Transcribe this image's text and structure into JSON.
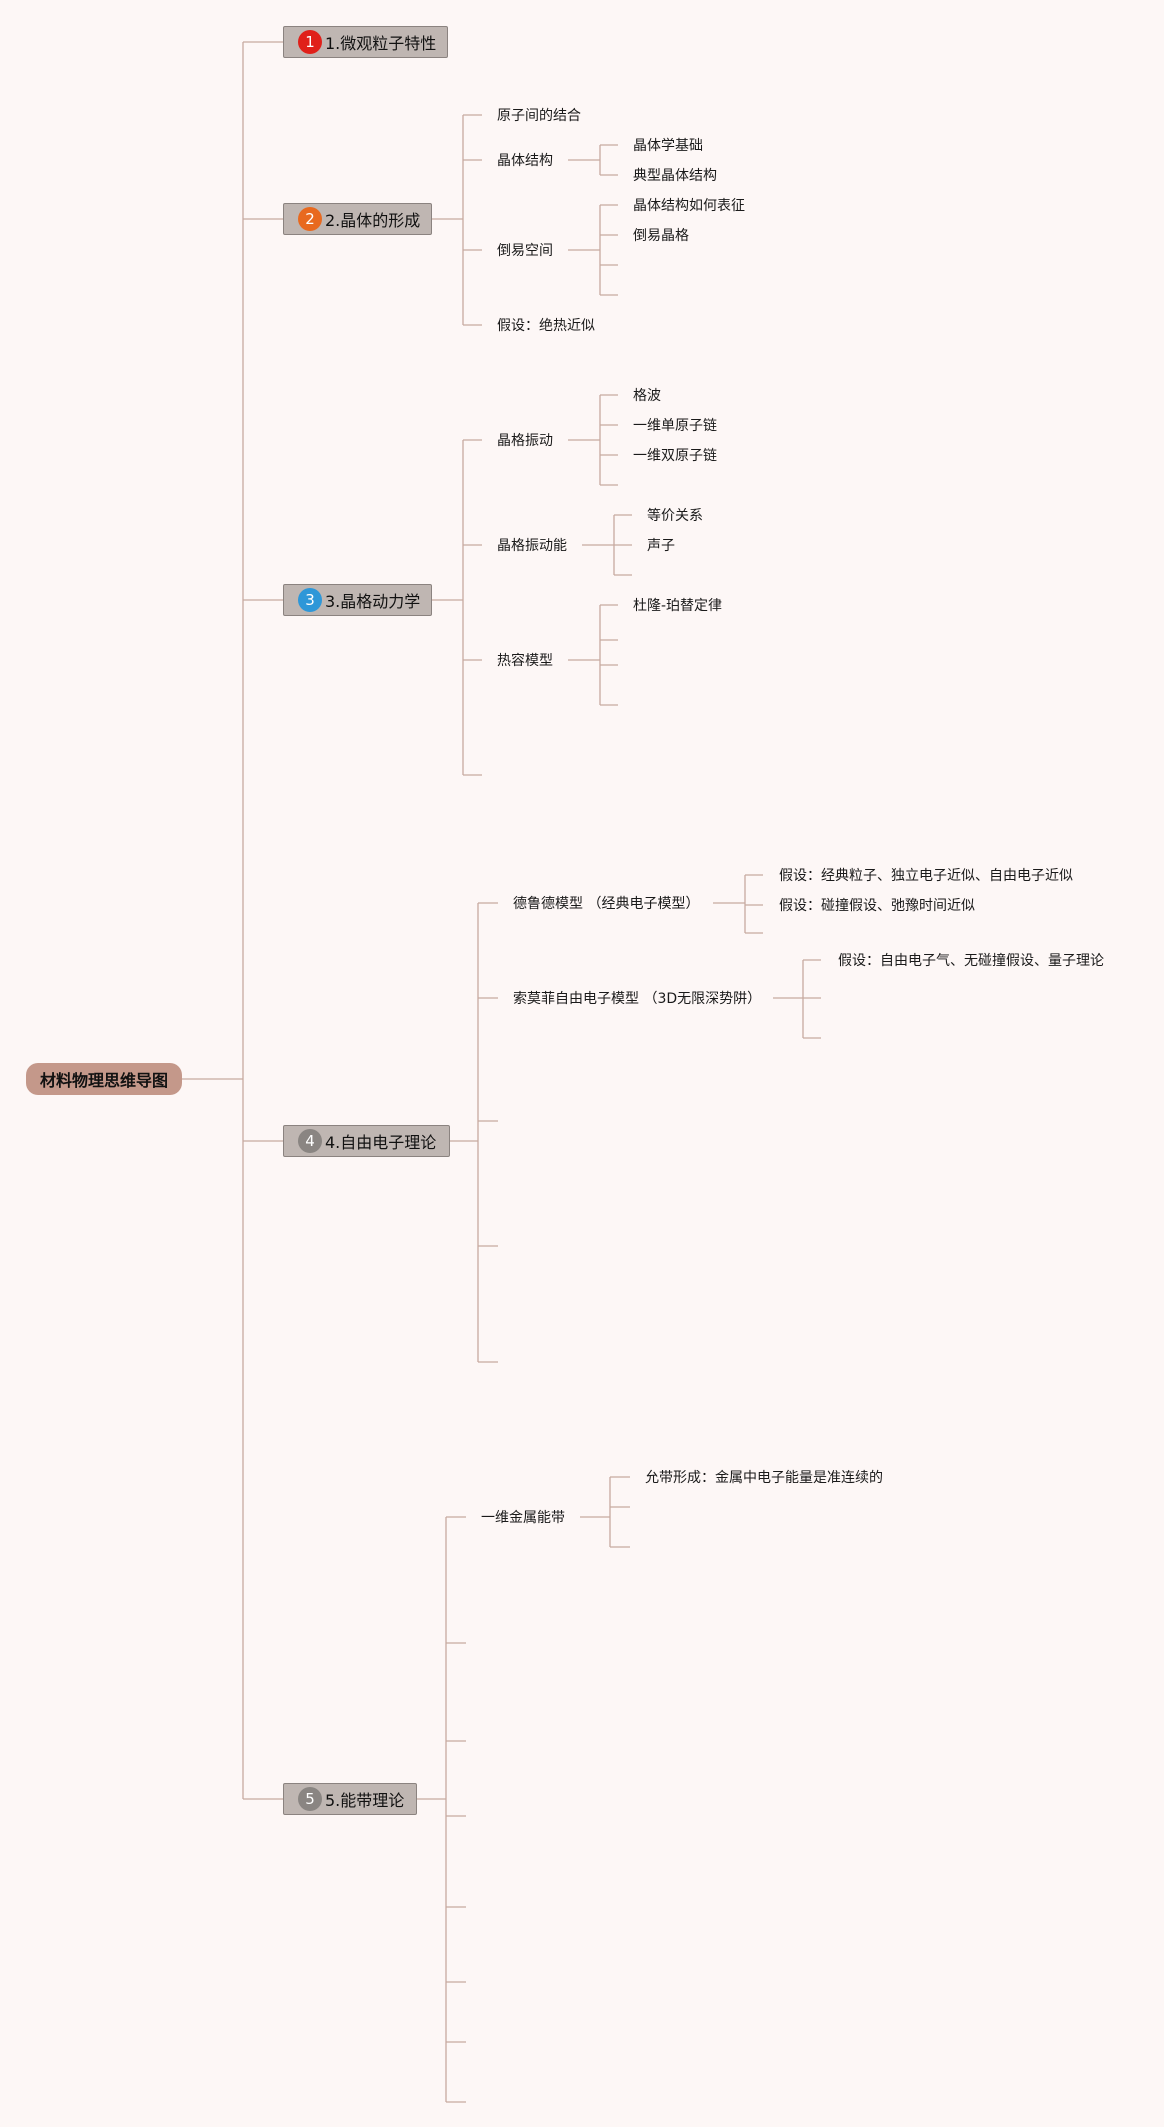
{
  "root": {
    "label": "材料物理思维导图"
  },
  "topics": [
    {
      "num": "1",
      "label": "1.微观粒子特性",
      "color": "#e0201a"
    },
    {
      "num": "2",
      "label": "2.晶体的形成",
      "color": "#e8691f"
    },
    {
      "num": "3",
      "label": "3.晶格动力学",
      "color": "#2e97d8"
    },
    {
      "num": "4",
      "label": "4.自由电子理论",
      "color": "#8a8582"
    },
    {
      "num": "5",
      "label": "5.能带理论",
      "color": "#8a8582"
    }
  ],
  "labels": {
    "t2_atom_bond": "原子间的结合",
    "t2_crystal_structure": "晶体结构",
    "t2_crystallography_basics": "晶体学基础",
    "t2_typical_structures": "典型晶体结构",
    "t2_reciprocal_space": "倒易空间",
    "t2_how_to_characterize": "晶体结构如何表征",
    "t2_reciprocal_lattice": "倒易晶格",
    "t2_adiabatic": "假设：绝热近似",
    "t3_lattice_vibration": "晶格振动",
    "t3_lattice_wave": "格波",
    "t3_monatomic_chain": "一维单原子链",
    "t3_diatomic_chain": "一维双原子链",
    "t3_vibration_energy": "晶格振动能",
    "t3_equivalence": "等价关系",
    "t3_phonon": "声子",
    "t3_heat_capacity": "热容模型",
    "t3_dulong_petit": "杜隆-珀替定律",
    "t4_drude": "德鲁德模型 （经典电子模型）",
    "t4_drude_a1": "假设：经典粒子、独立电子近似、自由电子近似",
    "t4_drude_a2": "假设：碰撞假设、弛豫时间近似",
    "t4_sommerfeld": "索莫菲自由电子模型 （3D无限深势阱）",
    "t4_sommerfeld_a1": "假设：自由电子气、无碰撞假设、量子理论",
    "t5_1d_metal_band": "一维金属能带",
    "t5_band_formation": "允带形成：金属中电子能量是准连续的"
  }
}
